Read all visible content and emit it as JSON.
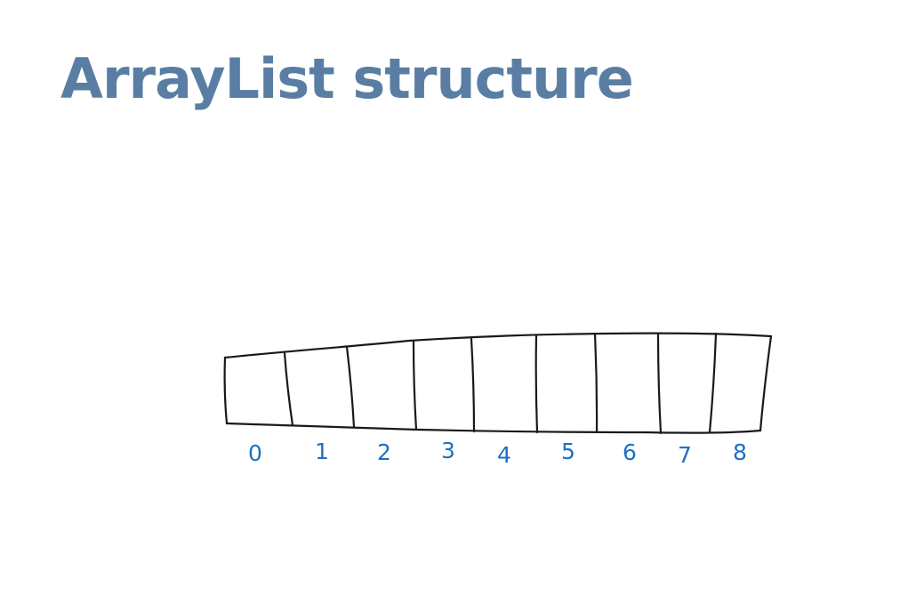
{
  "slide": {
    "title": "ArrayList structure"
  },
  "array": {
    "indices": [
      "0",
      "1",
      "2",
      "3",
      "4",
      "5",
      "6",
      "7",
      "8"
    ],
    "line_color": "#1a1a1a",
    "index_color": "#1e6fc4"
  },
  "colors": {
    "title": "#5a7ea3",
    "background": "#ffffff"
  }
}
